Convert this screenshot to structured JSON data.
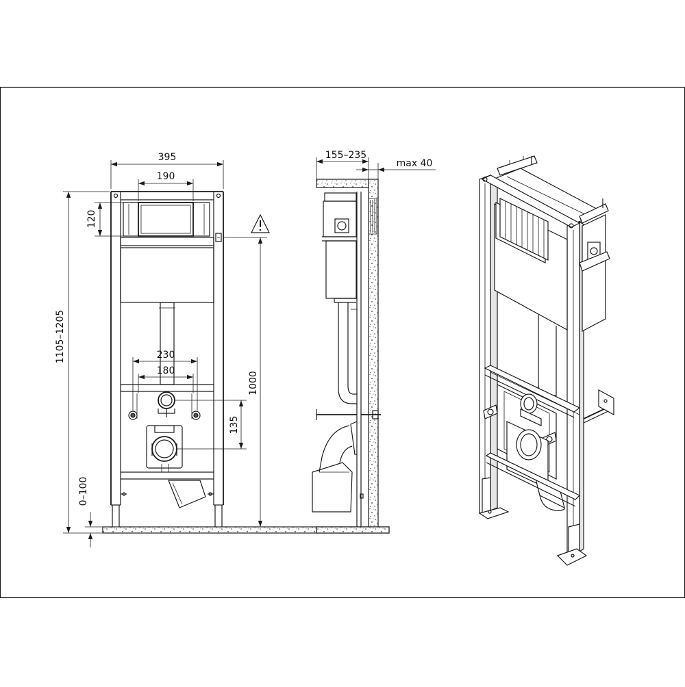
{
  "dimensions": {
    "frame_width": "395",
    "plate_width": "190",
    "plate_height": "120",
    "frame_height": "1105–1205",
    "feet_adjust": "0–100",
    "bolt_outer": "230",
    "bolt_inner": "180",
    "drain_offset": "135",
    "mount_height": "1000",
    "depth": "155–235",
    "wall_gap": "max 40"
  },
  "icons": {
    "warning": "warning-triangle-icon"
  },
  "colors": {
    "line": "#1a1a1a",
    "background": "#ffffff"
  }
}
